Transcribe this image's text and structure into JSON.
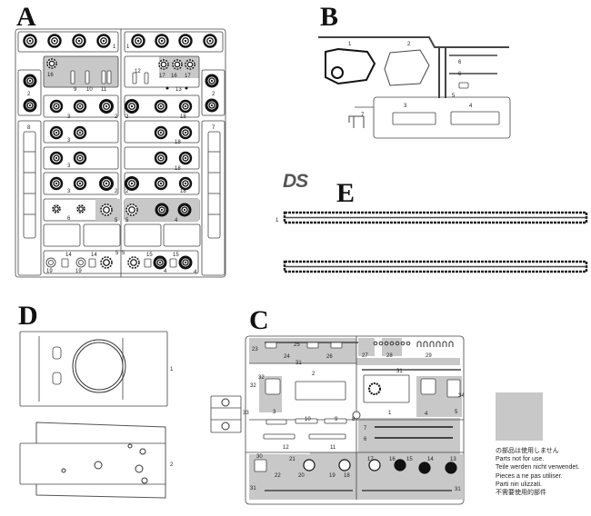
{
  "sections": {
    "a": "A",
    "b": "B",
    "c": "C",
    "d": "D",
    "e": "E"
  },
  "logo": "DS",
  "legend": {
    "swatch_color": "#c8c8c8",
    "lines": [
      "の部品は使用しません",
      "Parts not for use.",
      "Teile werden nicht verwendet.",
      "Pieces a ne pas utiliser.",
      "Parti nin ulizzati.",
      "不需要使用的部件"
    ]
  },
  "sprue_a": {
    "labels": [
      "1",
      "1",
      "16",
      "9",
      "10",
      "11",
      "12",
      "17",
      "16",
      "17",
      "13",
      "2",
      "2",
      "3",
      "2",
      "2",
      "18",
      "8",
      "7",
      "3",
      "18",
      "3",
      "18",
      "3",
      "2",
      "2",
      "18",
      "6",
      "5",
      "5",
      "4",
      "14",
      "14",
      "5",
      "5",
      "15",
      "15",
      "19",
      "19",
      "4",
      "4"
    ]
  },
  "sprue_b": {
    "labels": [
      "1",
      "2",
      "6",
      "6",
      "5",
      "3",
      "4",
      "7"
    ]
  },
  "sprue_c": {
    "labels": [
      "23",
      "24",
      "25",
      "26",
      "27",
      "28",
      "29",
      "31",
      "31",
      "32",
      "2",
      "32",
      "3",
      "1",
      "4",
      "5",
      "34",
      "33",
      "10",
      "9",
      "8",
      "7",
      "6",
      "12",
      "11",
      "30",
      "22",
      "21",
      "20",
      "19",
      "18",
      "17",
      "16",
      "15",
      "14",
      "13",
      "31",
      "31"
    ]
  },
  "sprue_d": {
    "labels": [
      "1",
      "2"
    ]
  },
  "sprue_e": {
    "labels": [
      "1"
    ]
  }
}
